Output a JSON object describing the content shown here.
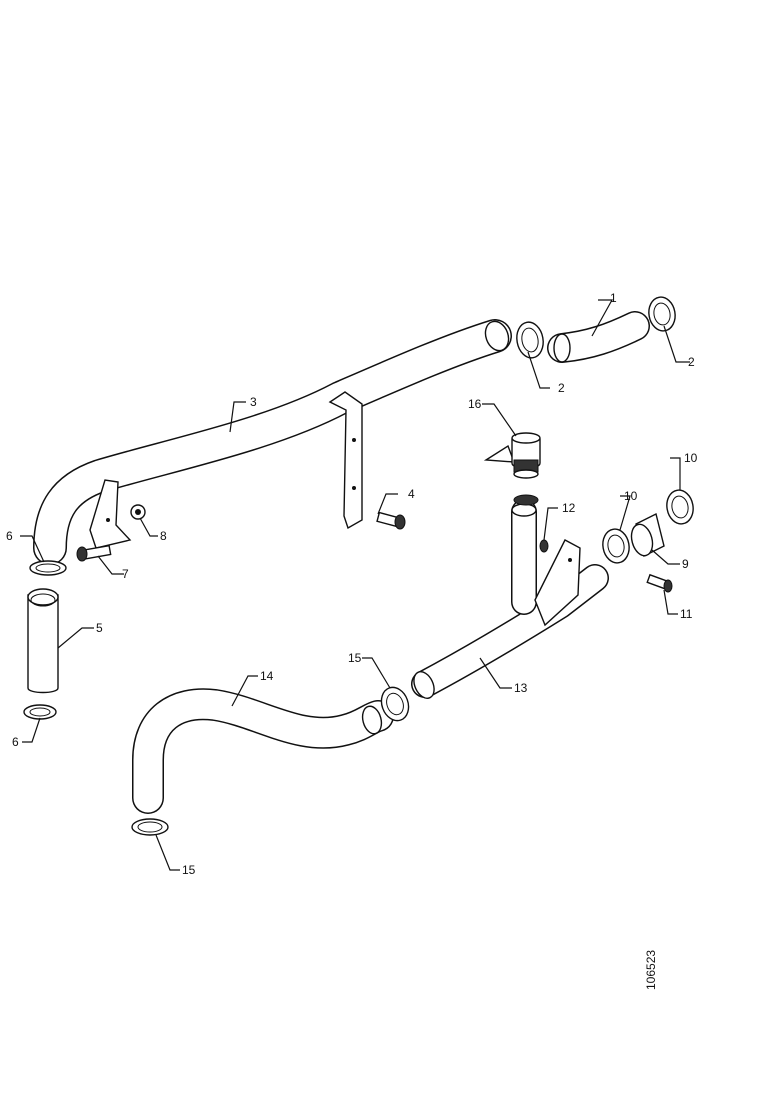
{
  "diagram": {
    "reference_number": "106523",
    "callouts": {
      "c1": "1",
      "c2a": "2",
      "c2b": "2",
      "c3": "3",
      "c4": "4",
      "c5": "5",
      "c6a": "6",
      "c6b": "6",
      "c7": "7",
      "c8": "8",
      "c9": "9",
      "c10a": "10",
      "c10b": "10",
      "c11": "11",
      "c12": "12",
      "c13": "13",
      "c14": "14",
      "c15a": "15",
      "c15b": "15",
      "c16": "16"
    }
  }
}
